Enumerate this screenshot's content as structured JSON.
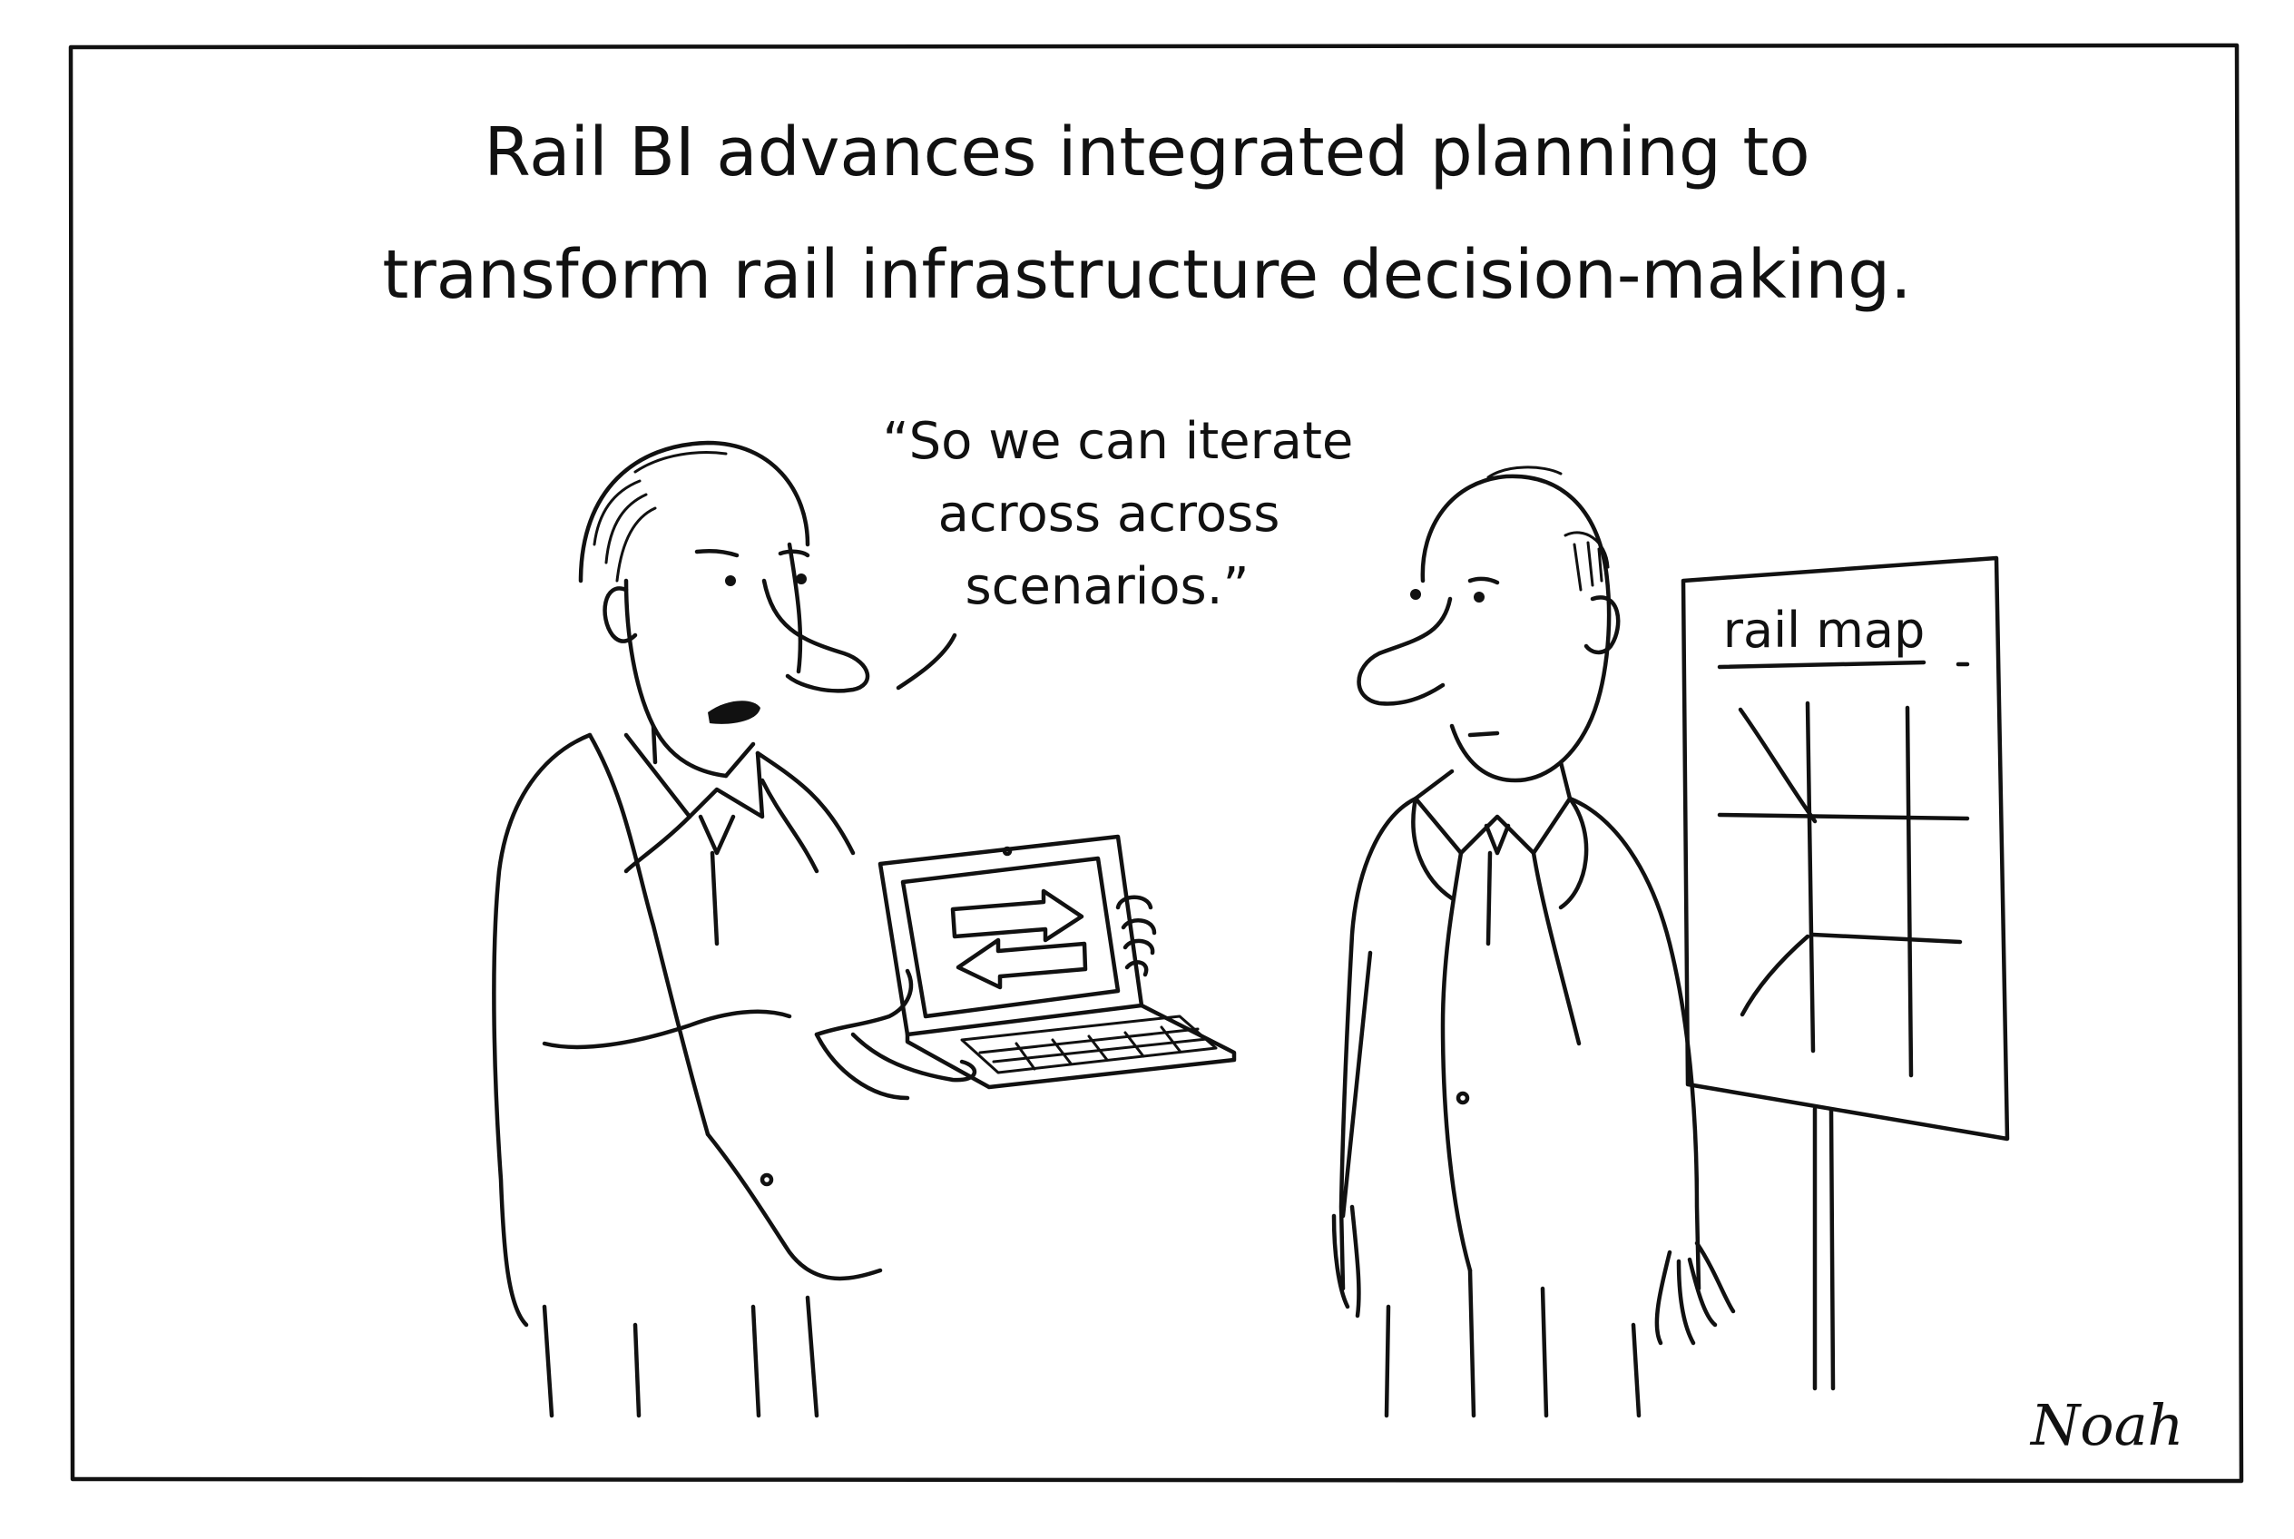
{
  "caption": {
    "line1": "Rail BI advances integrated planning to",
    "line2": "transform rail infrastructure decision-making."
  },
  "speech": {
    "line1": "“So we can iterate",
    "line2": "across across",
    "line3": "scenarios.”"
  },
  "easel": {
    "title": "rail map"
  },
  "signature": "Noah",
  "colors": {
    "ink": "#111111",
    "paper": "#ffffff"
  }
}
